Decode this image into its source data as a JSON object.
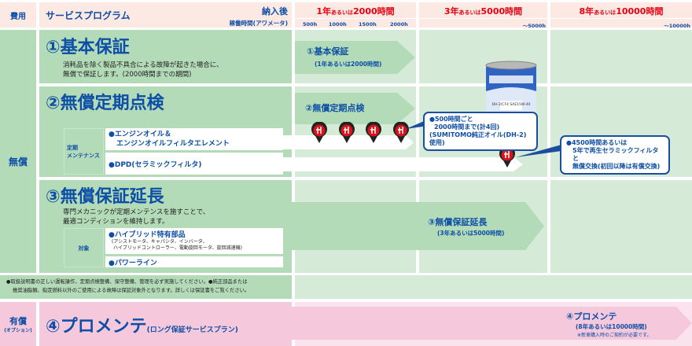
{
  "header": {
    "cost": "費用",
    "program": "サービスプログラム",
    "after_delivery": "納入後",
    "hour_meter": "稼働時間(アワメータ)",
    "periods": [
      {
        "big1": "1年",
        "small": "あるいは",
        "big2": "2000時間"
      },
      {
        "big1": "3年",
        "small": "あるいは",
        "big2": "5000時間"
      },
      {
        "big1": "8年",
        "small": "あるいは",
        "big2": "10000時間"
      }
    ],
    "ticks": [
      "500h",
      "1000h",
      "1500h",
      "2000h"
    ],
    "tick_5000": "～5000h",
    "tick_10000": "～10000h"
  },
  "free": {
    "label": "無償",
    "basic": {
      "title": "①基本保証",
      "desc1": "消耗品を除く製品不具合による故障が起きた場合に、",
      "desc2": "無償で保証します。(2000時間までの期間)",
      "arrow_title": "①基本保証",
      "arrow_sub": "(1年あるいは2000時間)"
    },
    "inspection": {
      "title": "②無償定期点検",
      "arrow_title": "②無償定期点検",
      "group_label1": "定期",
      "group_label2": "メンテナンス",
      "item1_line1": "●エンジンオイル＆",
      "item1_line2": "エンジンオイルフィルタエレメント",
      "item2": "●DPD(セラミックフィルタ)",
      "callout1": [
        "●500時間ごと",
        "2000時間まで(計4回)",
        "(SUMITOMO純正オイル(DH-2)使用)"
      ],
      "callout2": [
        "●4500時間あるいは",
        "5年で再生セラミックフィルタと",
        "無償交換(初回以降は有償交換)"
      ],
      "can_label": "DH-2/CF4 SAE15W-40"
    },
    "extension": {
      "title": "③無償保証延長",
      "desc1": "専門メカニックが定期メンテンスを施すことで、",
      "desc2": "最適コンディションを維持します。",
      "target_label": "対象",
      "item1": "●ハイブリッド特有部品",
      "item1_sub1": "(アシストモータ、キャパシタ、インバータ、",
      "item1_sub2": "ハイブリッドコントローラー、電動旋回モータ、旋回減速機)",
      "item2": "●パワーライン",
      "arrow_title": "③無償保証延長",
      "arrow_sub": "(3年あるいは5000時間)"
    },
    "note1": "●取扱説明書の正しい運転操作、定期点検整備、保守整備、管理を必ず実施してください。●純正部品または",
    "note2": "推奨油脂類、指定燃料以外のご使用による故障は保証対象外となります。詳しくは保証書をご覧ください。"
  },
  "paid": {
    "label": "有償",
    "label_sub": "(オプション)",
    "title": "④プロメンテ",
    "title_sub": "(ロング保証サービスプラン)",
    "arrow_title": "④プロメンテ",
    "arrow_sub": "(8年あるいは10000時間)",
    "arrow_note": "※新車購入時のご契約が必要です。"
  }
}
